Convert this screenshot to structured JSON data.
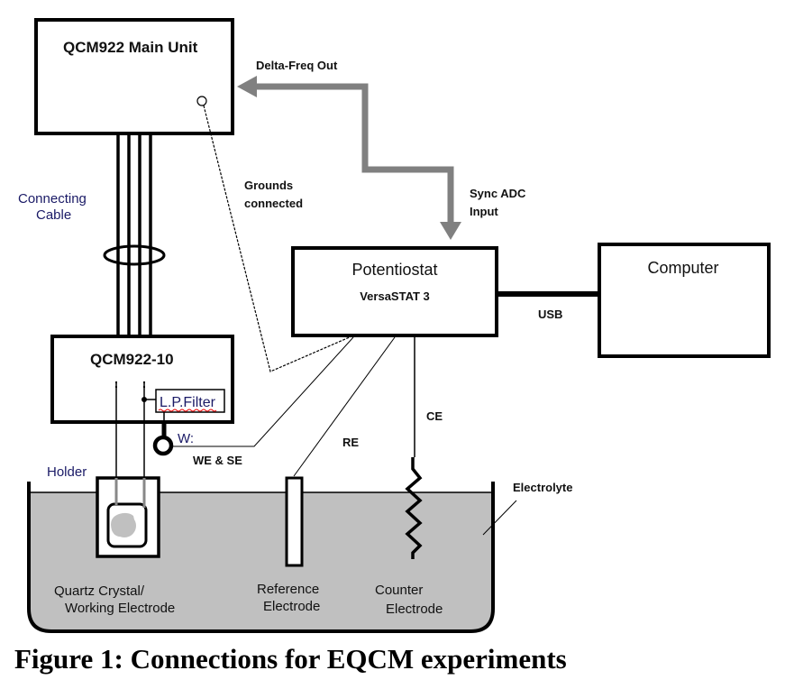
{
  "diagram": {
    "qcm_main_unit": {
      "label": "QCM922 Main Unit"
    },
    "delta_freq": {
      "label": "Delta-Freq Out"
    },
    "grounds": {
      "line1": "Grounds",
      "line2": "connected"
    },
    "sync_adc": {
      "line1": "Sync ADC",
      "line2": "Input"
    },
    "connecting_cable": {
      "line1": "Connecting",
      "line2": "Cable"
    },
    "potentiostat": {
      "title": "Potentiostat",
      "model": "VersaSTAT 3"
    },
    "computer": {
      "label": "Computer"
    },
    "usb": {
      "label": "USB"
    },
    "qcm_probe": {
      "label": "QCM922-10"
    },
    "lp_filter": {
      "label": "L.P.Filter"
    },
    "w_terminal": {
      "label": "W:"
    },
    "we_se": {
      "label": "WE & SE"
    },
    "re": {
      "label": "RE"
    },
    "ce": {
      "label": "CE"
    },
    "holder": {
      "label": "Holder"
    },
    "electrolyte": {
      "label": "Electrolyte"
    },
    "quartz_crystal": {
      "line1": "Quartz Crystal/",
      "line2": "Working Electrode"
    },
    "reference_electrode": {
      "line1": "Reference",
      "line2": "Electrode"
    },
    "counter_electrode": {
      "line1": "Counter",
      "line2": "Electrode"
    },
    "colors": {
      "line": "#000000",
      "arrow": "#808080",
      "electrolyte": "#c0c0c0",
      "crystal": "#c0c0c0"
    }
  },
  "caption": "Figure 1: Connections for EQCM experiments"
}
